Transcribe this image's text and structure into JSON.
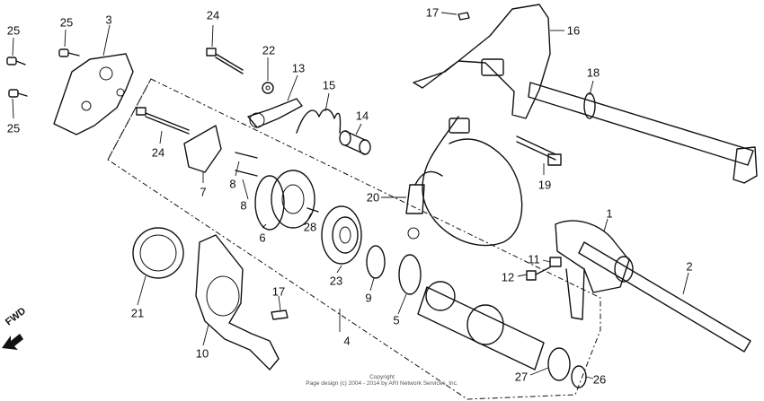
{
  "diagram": {
    "direction_label": "FWD",
    "copyright_lines": [
      "Copyright",
      "Page design (c) 2004 - 2014 by ARI Network Services, Inc."
    ],
    "callouts": [
      {
        "id": "c-25a",
        "text": "25"
      },
      {
        "id": "c-25b",
        "text": "25"
      },
      {
        "id": "c-25c",
        "text": "25"
      },
      {
        "id": "c-3",
        "text": "3"
      },
      {
        "id": "c-24a",
        "text": "24"
      },
      {
        "id": "c-22",
        "text": "22"
      },
      {
        "id": "c-13",
        "text": "13"
      },
      {
        "id": "c-15",
        "text": "15"
      },
      {
        "id": "c-14",
        "text": "14"
      },
      {
        "id": "c-17a",
        "text": "17"
      },
      {
        "id": "c-16",
        "text": "16"
      },
      {
        "id": "c-18",
        "text": "18"
      },
      {
        "id": "c-24b",
        "text": "24"
      },
      {
        "id": "c-7",
        "text": "7"
      },
      {
        "id": "c-8a",
        "text": "8"
      },
      {
        "id": "c-8b",
        "text": "8"
      },
      {
        "id": "c-6",
        "text": "6"
      },
      {
        "id": "c-28",
        "text": "28"
      },
      {
        "id": "c-20",
        "text": "20"
      },
      {
        "id": "c-19",
        "text": "19"
      },
      {
        "id": "c-1",
        "text": "1"
      },
      {
        "id": "c-2",
        "text": "2"
      },
      {
        "id": "c-11",
        "text": "11"
      },
      {
        "id": "c-12",
        "text": "12"
      },
      {
        "id": "c-23",
        "text": "23"
      },
      {
        "id": "c-9",
        "text": "9"
      },
      {
        "id": "c-5",
        "text": "5"
      },
      {
        "id": "c-21",
        "text": "21"
      },
      {
        "id": "c-17b",
        "text": "17"
      },
      {
        "id": "c-4",
        "text": "4"
      },
      {
        "id": "c-10",
        "text": "10"
      },
      {
        "id": "c-27",
        "text": "27"
      },
      {
        "id": "c-26",
        "text": "26"
      }
    ]
  }
}
